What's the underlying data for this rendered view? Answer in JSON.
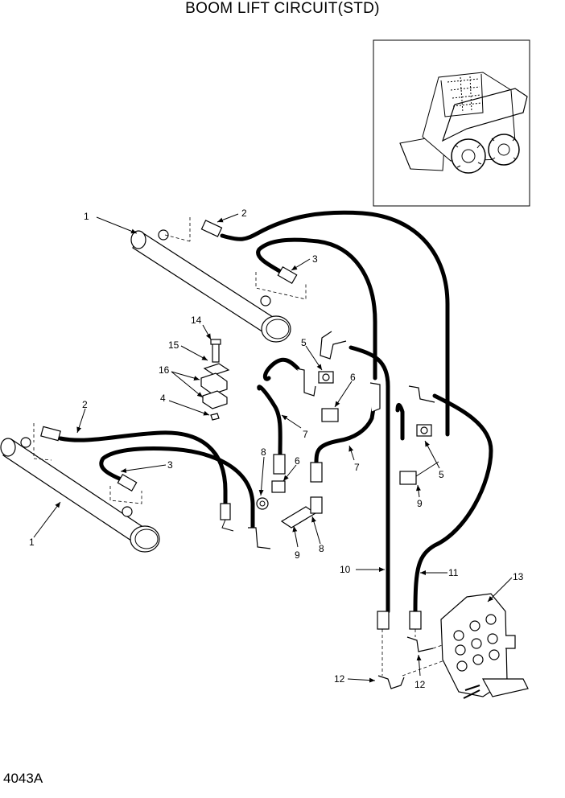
{
  "title": "BOOM LIFT CIRCUIT(STD)",
  "figure_code": "4043A",
  "callouts": {
    "c1a": "1",
    "c1b": "1",
    "c2a": "2",
    "c2b": "2",
    "c3a": "3",
    "c3b": "3",
    "c4": "4",
    "c5a": "5",
    "c5b": "5",
    "c6a": "6",
    "c6b": "6",
    "c7a": "7",
    "c7b": "7",
    "c8a": "8",
    "c8b": "8",
    "c9a": "9",
    "c9b": "9",
    "c10": "10",
    "c11": "11",
    "c12a": "12",
    "c12b": "12",
    "c13": "13",
    "c14": "14",
    "c15": "15",
    "c16": "16"
  }
}
